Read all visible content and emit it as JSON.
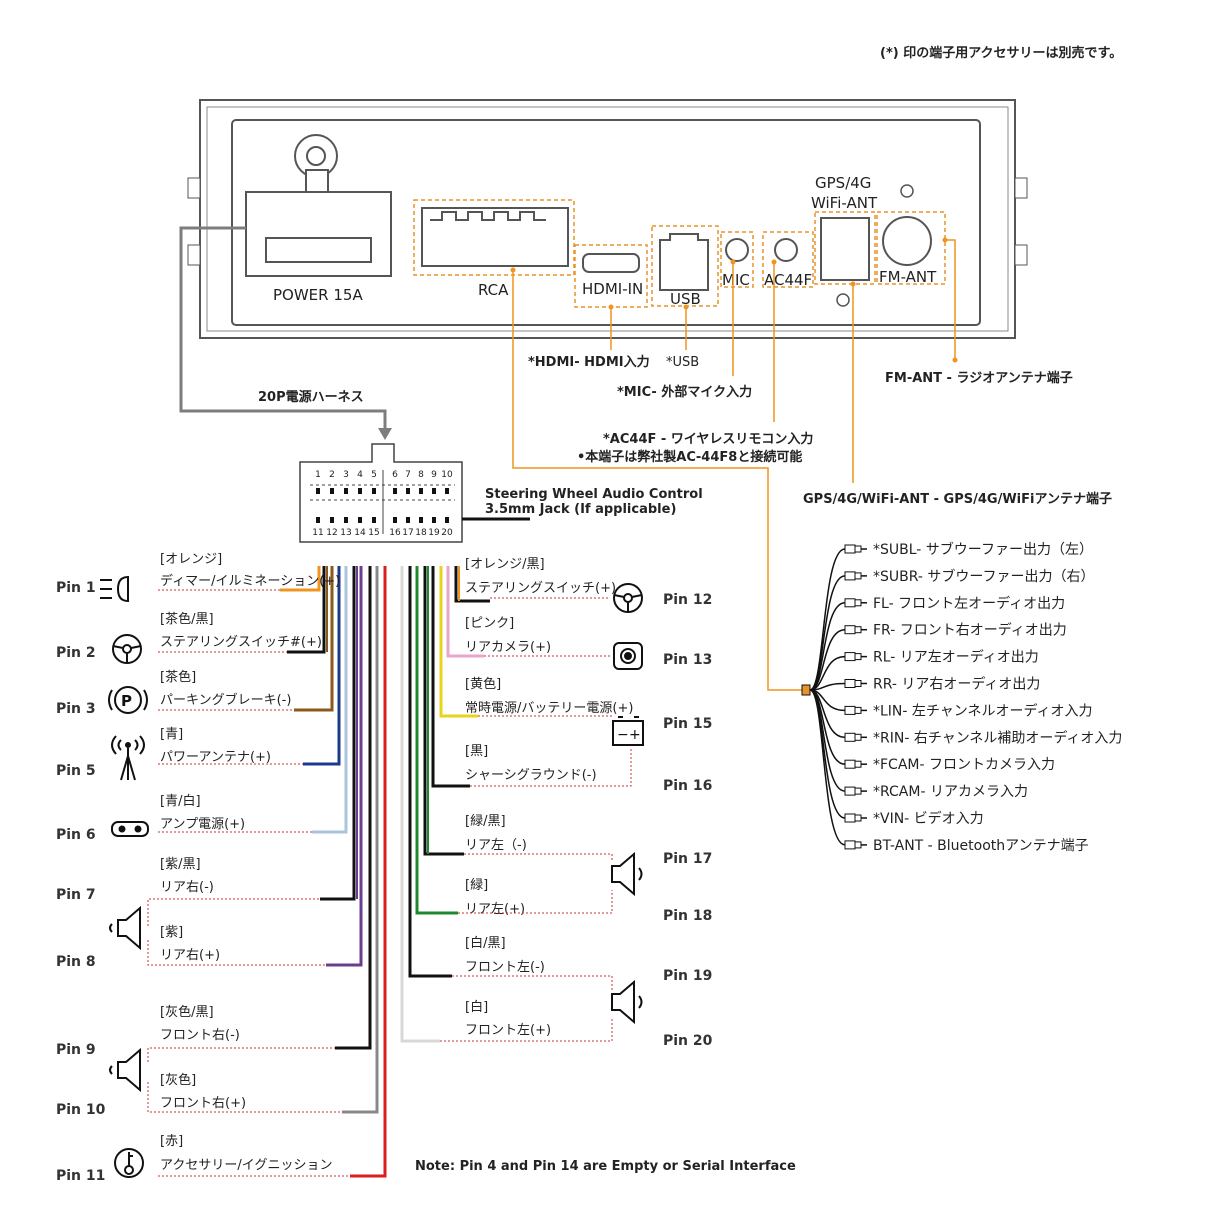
{
  "note_top": "(*) 印の端子用アクセサリーは別売です。",
  "device": {
    "ports": {
      "power": "POWER 15A",
      "rca": "RCA",
      "hdmi": "HDMI-IN",
      "usb": "USB",
      "mic": "MIC",
      "ac44f": "AC44F",
      "gps": "GPS/4G",
      "wifi": "WiFi-ANT",
      "fm": "FM-ANT"
    }
  },
  "callouts": {
    "hdmi": "*HDMI- HDMI入力",
    "usb": "*USB",
    "mic": "*MIC- 外部マイク入力",
    "fm": "FM-ANT - ラジオアンテナ端子",
    "ac44f_1": "*AC44F - ワイヤレスリモコン入力",
    "ac44f_2": "•本端子は弊社製AC‐44F8と接続可能",
    "gps": "GPS/4G/WiFi-ANT - GPS/4G/WiFiアンテナ端子",
    "harness": "20P電源ハーネス",
    "steering_1": "Steering Wheel Audio Control",
    "steering_2": "3.5mm Jack (If applicable)"
  },
  "connector": {
    "top": [
      "1",
      "2",
      "3",
      "4",
      "5",
      "6",
      "7",
      "8",
      "9",
      "10"
    ],
    "bottom": [
      "11",
      "12",
      "13",
      "14",
      "15",
      "16",
      "17",
      "18",
      "19",
      "20"
    ]
  },
  "rca_outputs": [
    "*SUBL- サブウーファー出力（左）",
    "*SUBR- サブウーファー出力（右）",
    "FL- フロント左オーディオ出力",
    "FR- フロント右オーディオ出力",
    "RL- リア左オーディオ出力",
    "RR- リア右オーディオ出力",
    "*LIN- 左チャンネルオーディオ入力",
    "*RIN- 右チャンネル補助オーディオ入力",
    "*FCAM- フロントカメラ入力",
    "*RCAM- リアカメラ入力",
    "*VIN- ビデオ入力",
    "BT-ANT - Bluetoothアンテナ端子"
  ],
  "pins_left": {
    "p1": {
      "pin": "Pin 1",
      "color": "[オレンジ]",
      "label": "ディマー/イルミネーション(+)"
    },
    "p2": {
      "pin": "Pin 2",
      "color": "[茶色/黒]",
      "label": "ステアリングスイッチ#(+)"
    },
    "p3": {
      "pin": "Pin 3",
      "color": "[茶色]",
      "label": "パーキングブレーキ(-)"
    },
    "p5": {
      "pin": "Pin 5",
      "color": "[青]",
      "label": "パワーアンテナ(+)"
    },
    "p6": {
      "pin": "Pin 6",
      "color": "[青/白]",
      "label": "アンプ電源(+)"
    },
    "p7": {
      "pin": "Pin 7",
      "color": "[紫/黒]",
      "label": "リア右(-)"
    },
    "p8": {
      "pin": "Pin 8",
      "color": "[紫]",
      "label": "リア右(+)"
    },
    "p9": {
      "pin": "Pin 9",
      "color": "[灰色/黒]",
      "label": "フロント右(-)"
    },
    "p10": {
      "pin": "Pin 10",
      "color": "[灰色]",
      "label": "フロント右(+)"
    },
    "p11": {
      "pin": "Pin 11",
      "color": "[赤]",
      "label": "アクセサリー/イグニッション"
    }
  },
  "pins_right": {
    "p12": {
      "pin": "Pin 12",
      "color": "[オレンジ/黒]",
      "label": "ステアリングスイッチ(+)"
    },
    "p13": {
      "pin": "Pin 13",
      "color": "[ピンク]",
      "label": "リアカメラ(+)"
    },
    "p15": {
      "pin": "Pin 15",
      "color": "[黄色]",
      "label": "常時電源/バッテリー電源(+)"
    },
    "p16": {
      "pin": "Pin 16",
      "color": "[黒]",
      "label": "シャーシグラウンド(-)"
    },
    "p17": {
      "pin": "Pin 17",
      "color": "[緑/黒]",
      "label": "リア左（-)"
    },
    "p18": {
      "pin": "Pin 18",
      "color": "[緑]",
      "label": "リア左(+)"
    },
    "p19": {
      "pin": "Pin 19",
      "color": "[白/黒]",
      "label": "フロント左(-)"
    },
    "p20": {
      "pin": "Pin 20",
      "color": "[白]",
      "label": "フロント左(+)"
    }
  },
  "note_bottom": "Note: Pin 4 and Pin 14 are Empty or Serial Interface",
  "colors": {
    "orange": "#f0941e",
    "brown": "#8b5a1a",
    "blue": "#1a3a8c",
    "bluewhite": "#a9c4dc",
    "purple": "#6a3d8f",
    "grey": "#888888",
    "red": "#d81e1e",
    "pink": "#e8a6c8",
    "yellow": "#e6d51a",
    "black": "#111111",
    "green": "#1d8a2e",
    "white": "#d8d8d8",
    "harness_grey": "#7d7d7d"
  }
}
